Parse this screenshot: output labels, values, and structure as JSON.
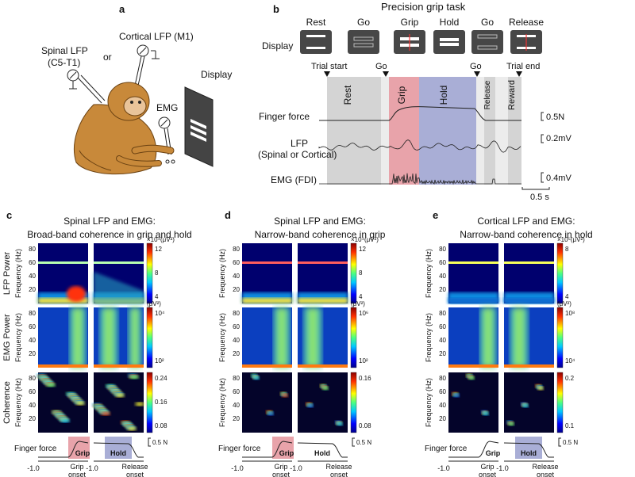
{
  "panel_a": {
    "letter": "a",
    "spinal_lfp": "Spinal LFP",
    "spinal_segments": "(C5-T1)",
    "or": "or",
    "cortical_lfp": "Cortical LFP (M1)",
    "display": "Display",
    "emg": "EMG"
  },
  "panel_b": {
    "letter": "b",
    "title": "Precision grip task",
    "display_label": "Display",
    "display_steps": [
      "Rest",
      "Go",
      "Grip",
      "Hold",
      "Go",
      "Release"
    ],
    "events": [
      "Trial start",
      "Go",
      "Go",
      "Trial end"
    ],
    "phases": [
      "Rest",
      "Grip",
      "Hold",
      "Release",
      "Reward"
    ],
    "traces": {
      "force_label": "Finger force",
      "lfp_label": "LFP",
      "lfp_sub": "(Spinal or Cortical)",
      "emg_label": "EMG (FDI)"
    },
    "scales": {
      "force": "0.5N",
      "lfp": "0.2mV",
      "emg": "0.4mV",
      "time": "0.5 s"
    }
  },
  "panel_c": {
    "letter": "c",
    "title1": "Spinal LFP and EMG:",
    "title2": "Broad-band coherence in grip and hold",
    "row_labels": [
      "LFP Power",
      "EMG Power",
      "Coherence"
    ],
    "ylabel": "Frequency (Hz)",
    "yticks": [
      "80",
      "60",
      "40",
      "20"
    ],
    "colorbars": [
      {
        "unit": "×10⁴(μV²)",
        "ticks": [
          "12",
          "8",
          "4"
        ]
      },
      {
        "unit": "(μV²)",
        "ticks": [
          "10⁴",
          "10²"
        ]
      },
      {
        "unit": "",
        "ticks": [
          "0.24",
          "0.16",
          "0.08"
        ]
      }
    ],
    "force_label": "Finger force",
    "grip": "Grip",
    "hold": "Hold",
    "force_scale": "0.5 N",
    "x_start": "-1.0",
    "grip_onset_1": "Grip",
    "grip_onset_2": "onset",
    "x_start2": "-1.0",
    "rel_onset_1": "Release",
    "rel_onset_2": "onset"
  },
  "panel_d": {
    "letter": "d",
    "title1": "Spinal LFP and EMG:",
    "title2": "Narrow-band coherence in grip",
    "ylabel": "Frequency (Hz)",
    "yticks": [
      "80",
      "60",
      "40",
      "20"
    ],
    "colorbars": [
      {
        "unit": "×10⁴(μV²)",
        "ticks": [
          "12",
          "8",
          "4"
        ]
      },
      {
        "unit": "(μV²)",
        "ticks": [
          "10⁶",
          "10²"
        ]
      },
      {
        "unit": "",
        "ticks": [
          "0.16",
          "0.08"
        ]
      }
    ],
    "force_label": "Finger force",
    "grip": "Grip",
    "hold": "Hold",
    "force_scale": "0.5 N",
    "x_start": "-1.0",
    "grip_onset_1": "Grip",
    "grip_onset_2": "onset",
    "x_start2": "-1.0",
    "rel_onset_1": "Release",
    "rel_onset_2": "onset"
  },
  "panel_e": {
    "letter": "e",
    "title1": "Cortical LFP and EMG:",
    "title2": "Narrow-band coherence in hold",
    "ylabel": "Frequency (Hz)",
    "yticks": [
      "80",
      "60",
      "40",
      "20"
    ],
    "colorbars": [
      {
        "unit": "×10⁵(μV²)",
        "ticks": [
          "8",
          "4"
        ]
      },
      {
        "unit": "(μV²)",
        "ticks": [
          "10⁸",
          "10⁴"
        ]
      },
      {
        "unit": "",
        "ticks": [
          "0.2",
          "0.1"
        ]
      }
    ],
    "force_label": "Finger force",
    "grip": "Grip",
    "hold": "Hold",
    "force_scale": "0.5 N",
    "x_start": "-1.0",
    "grip_onset_1": "Grip",
    "grip_onset_2": "onset",
    "x_start2": "-1.0",
    "rel_onset_1": "Release",
    "rel_onset_2": "onset"
  },
  "colors": {
    "grip": "#e8a3aa",
    "hold": "#a9aed6",
    "phase_gray": "#d4d4d4"
  }
}
